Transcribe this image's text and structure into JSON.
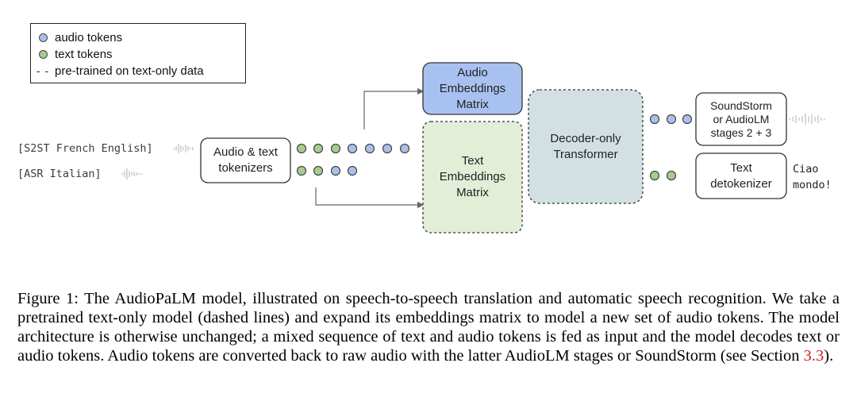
{
  "legend": {
    "items": [
      {
        "marker": "audio-dot",
        "label": "audio tokens"
      },
      {
        "marker": "text-dot",
        "label": "text tokens"
      },
      {
        "marker": "dashes",
        "symbol": "- -",
        "label": "pre-trained on text-only data"
      }
    ]
  },
  "inputs": {
    "s2st": "[S2ST French English]",
    "asr": "[ASR Italian]"
  },
  "boxes": {
    "tokenizers": "Audio & text\ntokenizers",
    "audio_embeddings": "Audio\nEmbeddings\nMatrix",
    "text_embeddings": "Text\nEmbeddings\nMatrix",
    "decoder": "Decoder-only\nTransformer",
    "soundstorm": "SoundStorm\nor AudioLM\nstages 2 + 3",
    "detokenizer": "Text\ndetokenizer"
  },
  "output_text": "Ciao\nmondo!",
  "caption": {
    "before_link": "Figure 1: The AudioPaLM model, illustrated on speech-to-speech translation and automatic speech recognition. We take a pretrained text-only model (dashed lines) and expand its embeddings matrix to model a new set of audio tokens. The model architecture is otherwise unchanged; a mixed sequence of text and audio tokens is fed as input and the model decodes text or audio tokens. Audio tokens are converted back to raw audio with the latter AudioLM stages or SoundStorm (see Section ",
    "link": "3.3",
    "after_link": ")."
  },
  "colors": {
    "audio_token": "#aabfe9",
    "text_token": "#a6cc8e",
    "audio_embeddings_fill": "#a9c1f0",
    "text_embeddings_fill": "#e2eed6",
    "decoder_fill": "#d3e0e3",
    "link": "#d11f1f"
  },
  "icons": [
    "waveform-icon"
  ]
}
